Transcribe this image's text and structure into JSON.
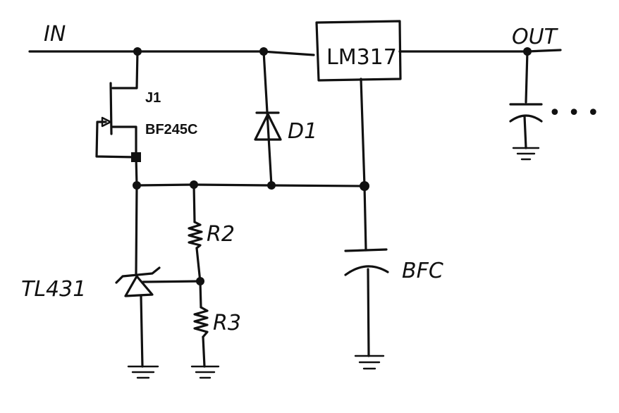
{
  "labels": {
    "in": "IN",
    "out": "OUT",
    "regulator": "LM317",
    "jfet_ref": "J1",
    "jfet_part": "BF245C",
    "diode": "D1",
    "r2": "R2",
    "r3": "R3",
    "shunt": "TL431",
    "bfc": "BFC",
    "ellipsis": "• • •"
  }
}
